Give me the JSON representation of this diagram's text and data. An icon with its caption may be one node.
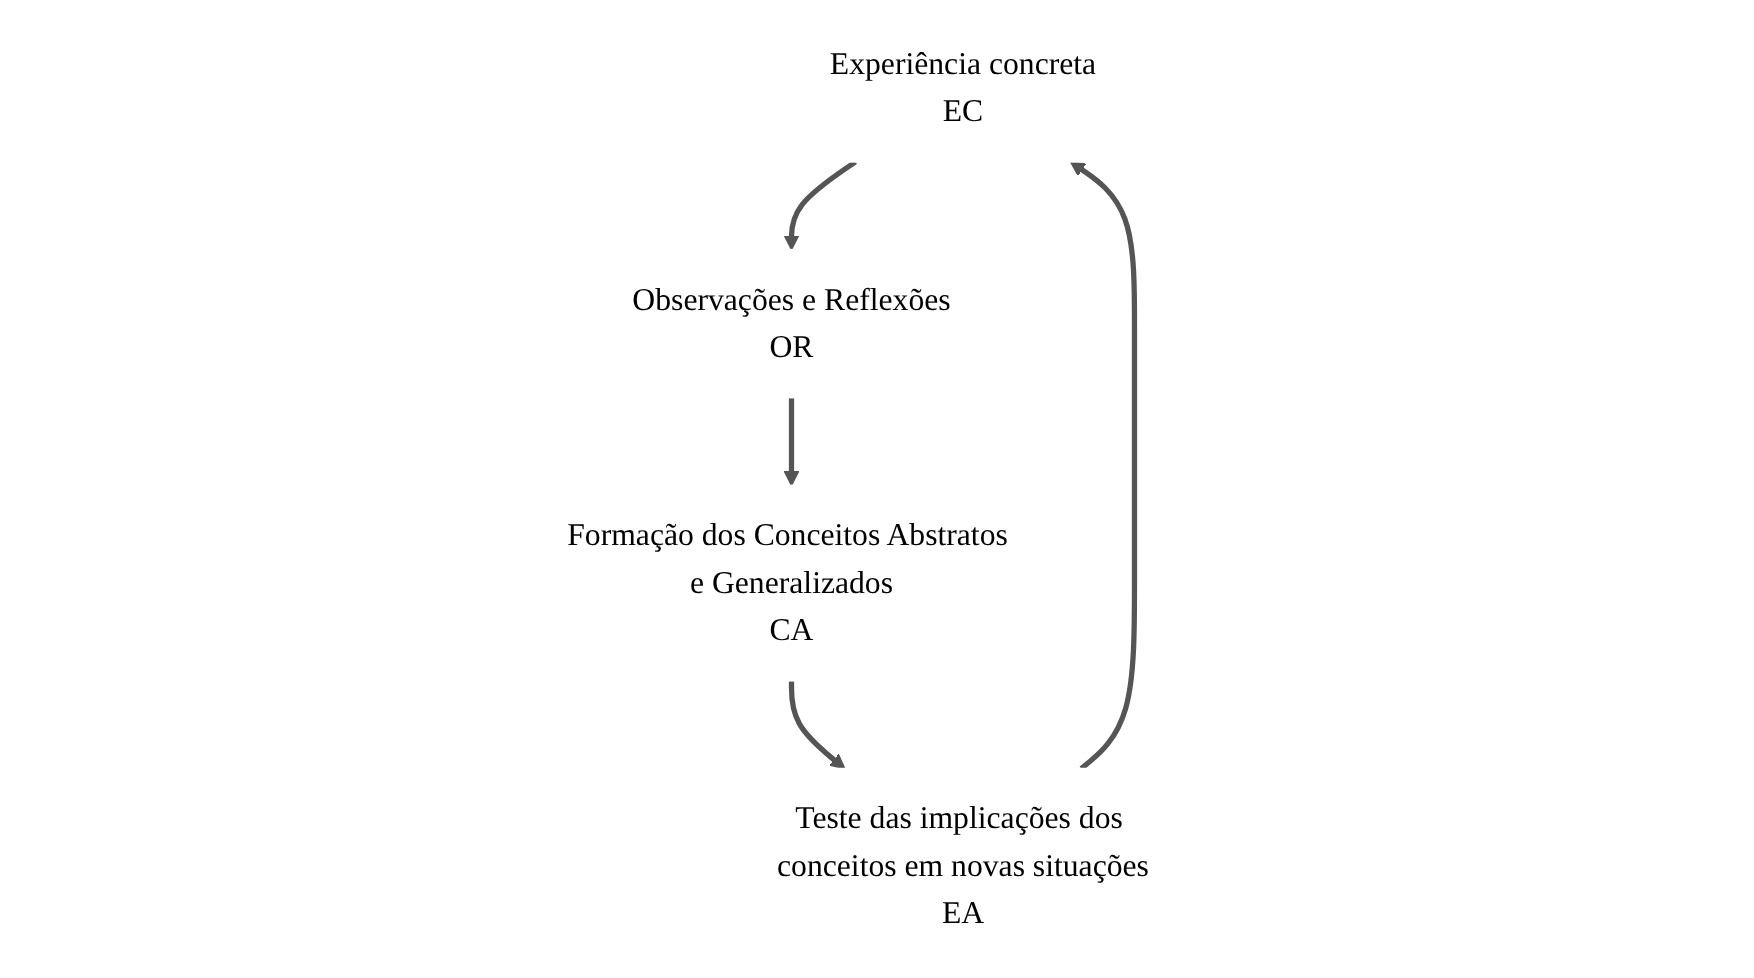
{
  "diagram": {
    "nodes": [
      {
        "text": [
          "Experiência concreta",
          "EC"
        ]
      },
      {
        "text": [
          "Teste das implicações dos conceitos em novas situações",
          "EA"
        ]
      },
      {
        "text": [
          "Observações e Reflexões",
          "OR"
        ]
      },
      {
        "text": [
          "Formação dos Conceitos Abstratos e Generalizados",
          "CA"
        ]
      }
    ],
    "edges": [
      {
        "from": 1,
        "to": 0,
        "arrow": "to"
      },
      {
        "from": 0,
        "to": 2,
        "arrow": "to"
      },
      {
        "from": 2,
        "to": 3,
        "arrow": "to"
      },
      {
        "from": 3,
        "to": 1,
        "arrow": "to"
      }
    ]
  }
}
